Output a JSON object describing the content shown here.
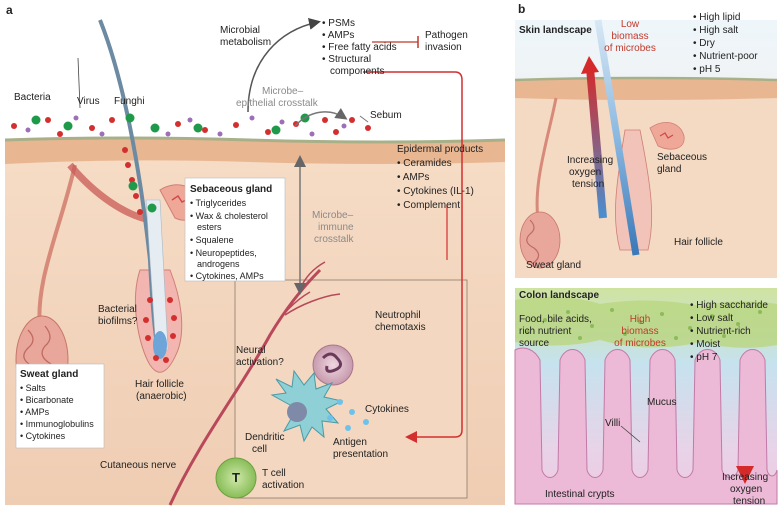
{
  "panel_a": {
    "label": "a",
    "microbes": {
      "bacteria": "Bacteria",
      "virus": "Virus",
      "fungi": "Funghi",
      "sebum": "Sebum"
    },
    "metabolism": {
      "title_line1": "Microbial",
      "title_line2": "metabolism",
      "items": [
        "PSMs",
        "AMPs",
        "Free fatty acids",
        "Structural",
        "components"
      ],
      "pathogen_line1": "Pathogen",
      "pathogen_line2": "invasion"
    },
    "crosstalk_epithelial": {
      "line1": "Microbe–",
      "line2": "epithelial crosstalk"
    },
    "crosstalk_immune": {
      "line1": "Microbe–",
      "line2": "immune",
      "line3": "crosstalk"
    },
    "epidermal": {
      "title_line1": "Epidermal products",
      "items": [
        "Ceramides",
        "AMPs",
        "Cytokines (IL-1)",
        "Complement"
      ]
    },
    "sebaceous": {
      "title": "Sebaceous gland",
      "items": [
        "Triglycerides",
        "Wax & cholesterol",
        "esters",
        "Squalene",
        "Neuropeptides,",
        "androgens",
        "Cytokines, AMPs"
      ]
    },
    "sweat": {
      "title": "Sweat gland",
      "items": [
        "Salts",
        "Bicarbonate",
        "AMPs",
        "Immunoglobulins",
        "Cytokines"
      ]
    },
    "biofilm": {
      "line1": "Bacterial",
      "line2": "biofilms?"
    },
    "follicle": {
      "line1": "Hair follicle",
      "line2": "(anaerobic)"
    },
    "neural": {
      "line1": "Neural",
      "line2": "activation?"
    },
    "nerve": "Cutaneous nerve",
    "neutrophil": {
      "line1": "Neutrophil",
      "line2": "chemotaxis"
    },
    "cytokines": "Cytokines",
    "dendritic": {
      "line1": "Dendritic",
      "line2": "cell"
    },
    "antigen": {
      "line1": "Antigen",
      "line2": "presentation"
    },
    "tcell": {
      "line1": "T cell",
      "line2": "activation"
    }
  },
  "panel_b": {
    "label": "b",
    "skin": {
      "title": "Skin landscape",
      "low_line1": "Low",
      "low_line2": "biomass",
      "low_line3": "of microbes",
      "props": [
        "High lipid",
        "High salt",
        "Dry",
        "Nutrient-poor",
        "pH 5"
      ],
      "oxygen_line1": "Increasing",
      "oxygen_line2": "oxygen",
      "oxygen_line3": "tension",
      "sebaceous_line1": "Sebaceous",
      "sebaceous_line2": "gland",
      "hair": "Hair follicle",
      "sweat": "Sweat gland"
    },
    "colon": {
      "title": "Colon landscape",
      "food_line1": "Food, bile acids,",
      "food_line2": "rich nutrient",
      "food_line3": "source",
      "high_line1": "High",
      "high_line2": "biomass",
      "high_line3": "of microbes",
      "props": [
        "High saccharide",
        "Low salt",
        "Nutrient-rich",
        "Moist",
        "pH 7"
      ],
      "mucus": "Mucus",
      "villi": "Villi",
      "crypts": "Intestinal crypts",
      "oxygen_line1": "Increasing",
      "oxygen_line2": "oxygen",
      "oxygen_line3": "tension"
    }
  },
  "colors": {
    "dermis": "#f5dcc8",
    "epidermis": "#e9b994",
    "bacteria": "#d32f2f",
    "virus": "#9c6fb8",
    "fungi": "#1f9a4a",
    "accent_red": "#c0392b"
  }
}
